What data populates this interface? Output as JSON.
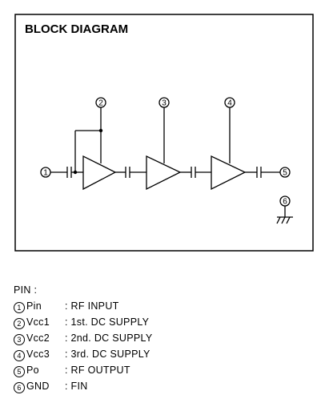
{
  "diagram": {
    "title": "BLOCK DIAGRAM",
    "pin_labels": [
      "1",
      "2",
      "3",
      "4",
      "5",
      "6"
    ]
  },
  "pins": {
    "heading": "PIN :",
    "items": [
      {
        "num": "1",
        "name": "Pin",
        "desc": ": RF  INPUT"
      },
      {
        "num": "2",
        "name": "Vcc1",
        "desc": ": 1st. DC  SUPPLY"
      },
      {
        "num": "3",
        "name": "Vcc2",
        "desc": ": 2nd. DC  SUPPLY"
      },
      {
        "num": "4",
        "name": "Vcc3",
        "desc": ": 3rd. DC  SUPPLY"
      },
      {
        "num": "5",
        "name": "Po",
        "desc": ": RF  OUTPUT"
      },
      {
        "num": "6",
        "name": "GND",
        "desc": ": FIN"
      }
    ]
  }
}
